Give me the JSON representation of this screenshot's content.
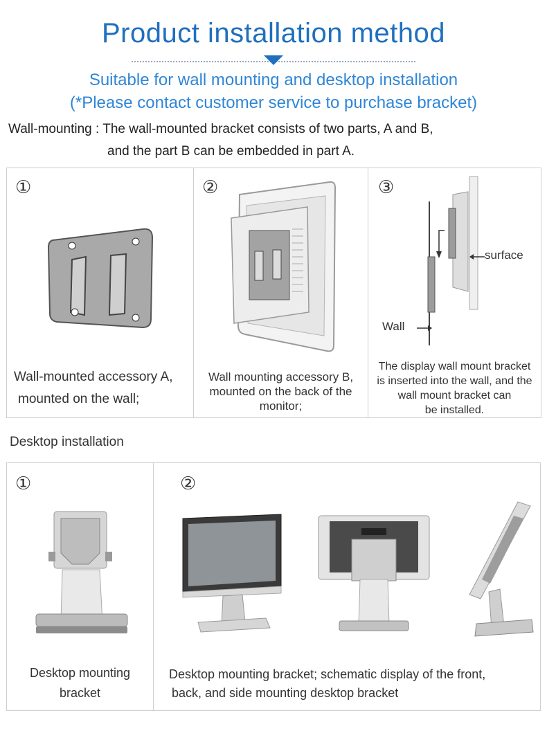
{
  "header": {
    "title": "Product installation method",
    "subtitle_line1": "Suitable for wall mounting and desktop installation",
    "subtitle_line2": "(*Please contact customer service to purchase bracket)"
  },
  "wall": {
    "desc_line1": "Wall-mounting : The wall-mounted bracket consists of two parts, A and B,",
    "desc_line2": "and the part B can be embedded in part A.",
    "steps": [
      {
        "number": "①",
        "caption_line1": "Wall-mounted accessory A,",
        "caption_line2": "mounted on the wall;"
      },
      {
        "number": "②",
        "caption_line1": "Wall mounting accessory B,",
        "caption_line2": "mounted on the back of the",
        "caption_line3": "monitor;"
      },
      {
        "number": "③",
        "caption_line1": "The display wall mount bracket",
        "caption_line2": "is inserted into the wall, and the",
        "caption_line3": "wall mount bracket can",
        "caption_line4": "be installed.",
        "label_surface": "surface",
        "label_wall": "Wall"
      }
    ]
  },
  "desktop": {
    "heading": "Desktop installation",
    "steps": [
      {
        "number": "①",
        "caption_line1": "Desktop mounting",
        "caption_line2": "bracket"
      },
      {
        "number": "②",
        "caption_line1": "Desktop mounting bracket; schematic display of the front,",
        "caption_line2": "back, and side mounting desktop bracket"
      }
    ]
  },
  "colors": {
    "title": "#1f6fbf",
    "subtitle": "#2f86d6",
    "border": "#cfcfcf"
  }
}
